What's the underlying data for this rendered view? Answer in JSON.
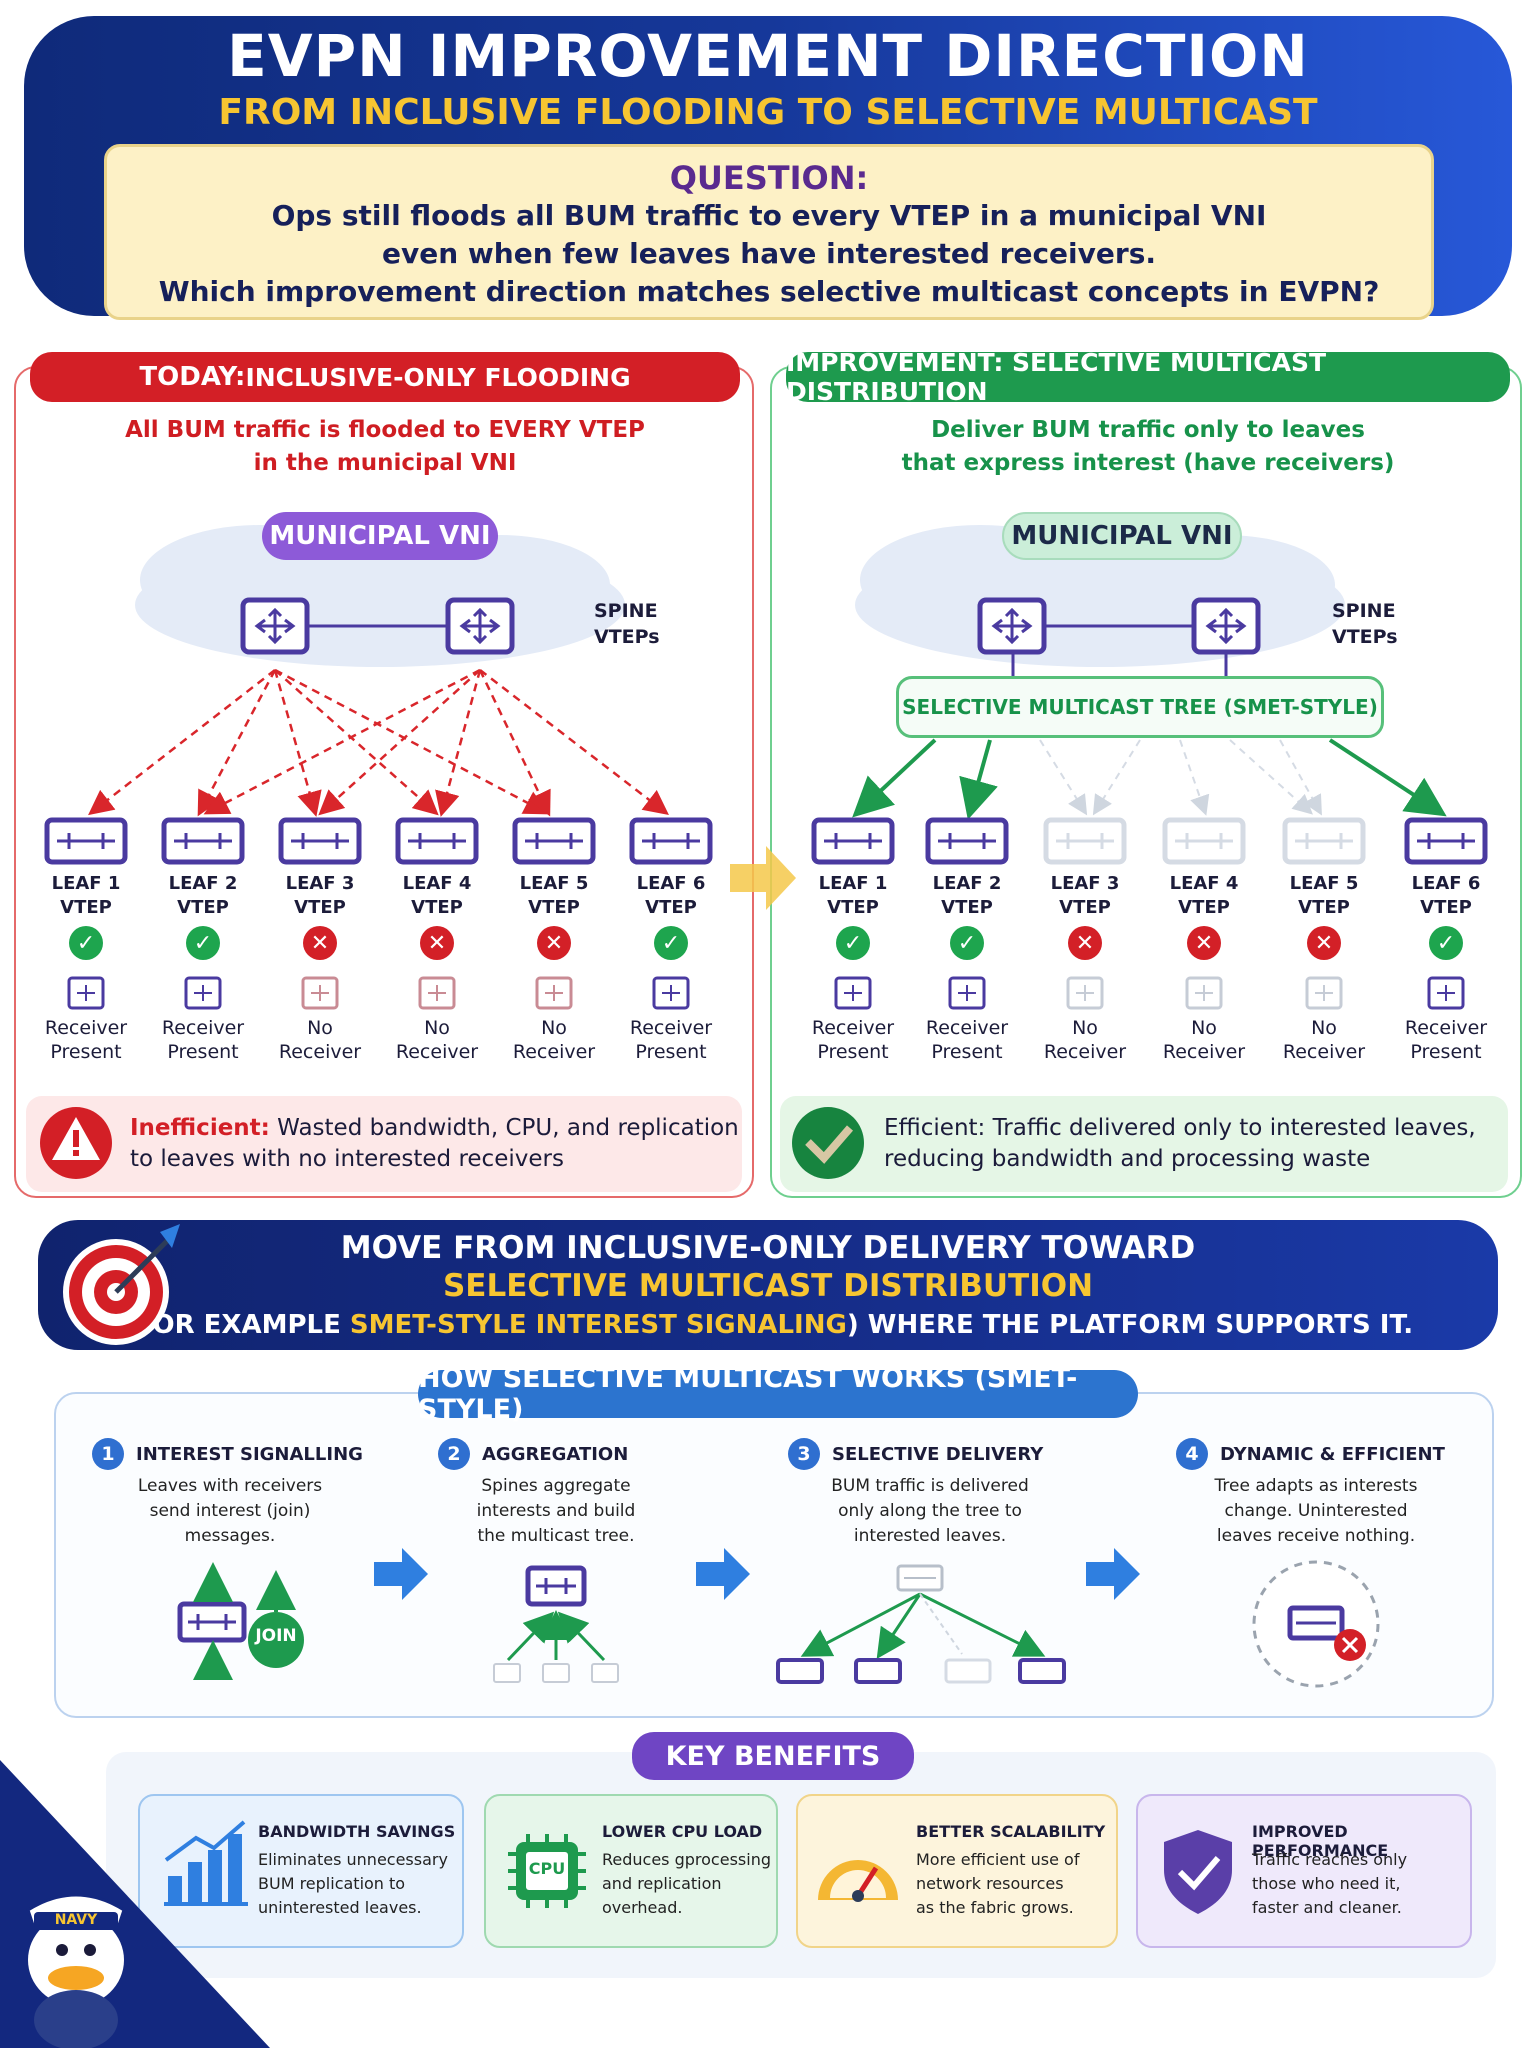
{
  "header": {
    "title": "EVPN IMPROVEMENT DIRECTION",
    "subtitle": "FROM INCLUSIVE FLOODING TO SELECTIVE MULTICAST"
  },
  "question": {
    "label": "QUESTION:",
    "lines": [
      "Ops still floods all BUM traffic to every VTEP in a municipal VNI",
      "even when few leaves have interested receivers.",
      "Which improvement direction matches selective multicast concepts in EVPN?"
    ]
  },
  "today": {
    "head_prefix": "TODAY:",
    "head_rest": " INCLUSIVE-ONLY FLOODING",
    "lead": [
      "All BUM traffic is flooded to EVERY VTEP",
      "in the municipal VNI"
    ],
    "vni": "MUNICIPAL VNI",
    "spine_label": [
      "SPINE",
      "VTEPs"
    ],
    "foot_strong": "Inefficient:",
    "foot_rest": " Wasted bandwidth, CPU, and replication",
    "foot_line2": "to leaves with no interested receivers"
  },
  "improvement": {
    "head": "IMPROVEMENT: SELECTIVE MULTICAST DISTRIBUTION",
    "lead": [
      "Deliver BUM traffic only to leaves",
      "that express interest (have receivers)"
    ],
    "vni": "MUNICIPAL VNI",
    "spine_label": [
      "SPINE",
      "VTEPs"
    ],
    "tree_label": "SELECTIVE MULTICAST TREE (SMET-STYLE)",
    "foot_line1": "Efficient: Traffic delivered only to interested leaves,",
    "foot_line2": "reducing bandwidth and processing waste"
  },
  "leaves": [
    {
      "name": "LEAF 1",
      "type": "VTEP",
      "receiver": [
        "Receiver",
        "Present"
      ],
      "interested": true
    },
    {
      "name": "LEAF 2",
      "type": "VTEP",
      "receiver": [
        "Receiver",
        "Present"
      ],
      "interested": true
    },
    {
      "name": "LEAF 3",
      "type": "VTEP",
      "receiver": [
        "No",
        "Receiver"
      ],
      "interested": false
    },
    {
      "name": "LEAF 4",
      "type": "VTEP",
      "receiver": [
        "No",
        "Receiver"
      ],
      "interested": false
    },
    {
      "name": "LEAF 5",
      "type": "VTEP",
      "receiver": [
        "No",
        "Receiver"
      ],
      "interested": false
    },
    {
      "name": "LEAF 6",
      "type": "VTEP",
      "receiver": [
        "Receiver",
        "Present"
      ],
      "interested": true
    }
  ],
  "banner": {
    "line1": "MOVE FROM INCLUSIVE-ONLY DELIVERY TOWARD",
    "line2": "SELECTIVE MULTICAST DISTRIBUTION",
    "line3_a": "(FOR EXAMPLE ",
    "line3_b": "SMET-STYLE INTEREST SIGNALING",
    "line3_c": ") WHERE THE PLATFORM SUPPORTS IT."
  },
  "how": {
    "head": "HOW SELECTIVE MULTICAST WORKS (SMET-STYLE)",
    "steps": [
      {
        "num": "1",
        "title": "INTEREST SIGNALLING",
        "desc": [
          "Leaves with receivers",
          "send interest (join)",
          "messages."
        ]
      },
      {
        "num": "2",
        "title": "AGGREGATION",
        "desc": [
          "Spines aggregate",
          "interests and build",
          "the multicast tree."
        ]
      },
      {
        "num": "3",
        "title": "SELECTIVE DELIVERY",
        "desc": [
          "BUM traffic is delivered",
          "only along the tree to",
          "interested leaves."
        ]
      },
      {
        "num": "4",
        "title": "DYNAMIC & EFFICIENT",
        "desc": [
          "Tree adapts as interests",
          "change. Uninterested",
          "leaves receive nothing."
        ]
      }
    ],
    "join_label": "JOIN"
  },
  "benefits": {
    "head": "KEY BENEFITS",
    "cpu_chip": "CPU",
    "items": [
      {
        "title": "BANDWIDTH SAVINGS",
        "desc": [
          "Eliminates unnecessary",
          "BUM replication to",
          "uninterested leaves."
        ]
      },
      {
        "title": "LOWER CPU LOAD",
        "desc": [
          "Reduces gprocessing",
          "and replication",
          "overhead."
        ]
      },
      {
        "title": "BETTER SCALABILITY",
        "desc": [
          "More efficient use of",
          "network resources",
          "as the fabric grows."
        ]
      },
      {
        "title": "IMPROVED PERFORMANCE",
        "desc": [
          "Traffic reaches only",
          "those who need it,",
          "faster and cleaner."
        ]
      }
    ]
  },
  "mascot": {
    "cap_text": "NAVY"
  },
  "colors": {
    "red": "#d31f26",
    "green": "#1e9a4e",
    "navy": "#13287f",
    "gold": "#f7c531",
    "purple": "#5a3fa8"
  }
}
